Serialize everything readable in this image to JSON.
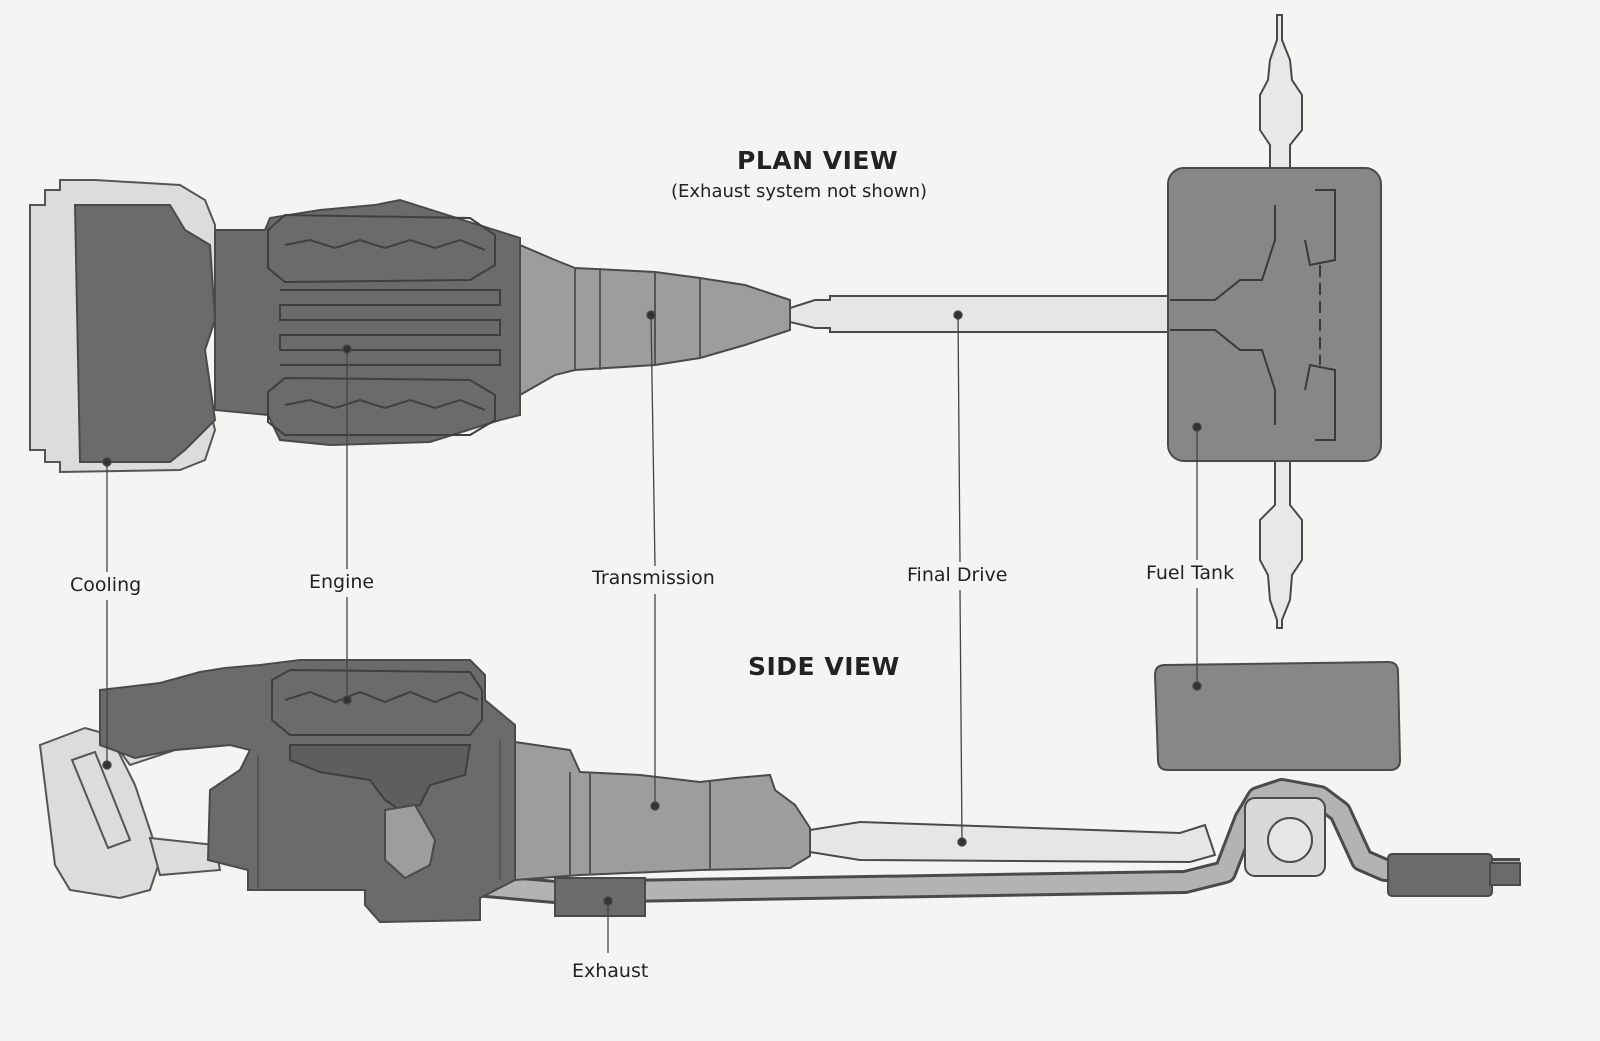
{
  "headings": {
    "plan_view": "PLAN VIEW",
    "plan_view_note": "(Exhaust system not shown)",
    "side_view": "SIDE VIEW"
  },
  "labels": {
    "cooling": "Cooling",
    "engine": "Engine",
    "transmission": "Transmission",
    "final_drive": "Final Drive",
    "fuel_tank": "Fuel Tank",
    "exhaust": "Exhaust"
  },
  "colors": {
    "background": "#f4f4f3",
    "dark_component": "#6b6b6b",
    "medium_component": "#9d9d9d",
    "light_component": "#dcdcdc",
    "outline": "#4a4a4a",
    "leader_line": "#444444"
  }
}
